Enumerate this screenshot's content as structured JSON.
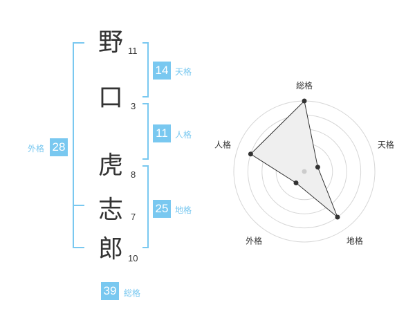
{
  "name": {
    "chars": [
      {
        "char": "野",
        "strokes": "11"
      },
      {
        "char": "口",
        "strokes": "3"
      },
      {
        "char": "虎",
        "strokes": "8"
      },
      {
        "char": "志",
        "strokes": "7"
      },
      {
        "char": "郎",
        "strokes": "10"
      }
    ]
  },
  "kakusu": {
    "tenkaku": {
      "label": "天格",
      "value": "14"
    },
    "jinkaku": {
      "label": "人格",
      "value": "11"
    },
    "chikaku": {
      "label": "地格",
      "value": "25"
    },
    "gaikaku": {
      "label": "外格",
      "value": "28"
    },
    "soukaku": {
      "label": "総格",
      "value": "39"
    }
  },
  "colors": {
    "accent": "#79c8f0",
    "text": "#333333",
    "radar_fill": "#efefef",
    "grid": "#d6d6d6"
  },
  "chart_data": {
    "type": "radar",
    "axes": [
      "総格",
      "天格",
      "地格",
      "外格",
      "人格"
    ],
    "values": [
      5,
      1,
      4,
      1,
      4
    ],
    "max": 5,
    "rings": 5
  }
}
